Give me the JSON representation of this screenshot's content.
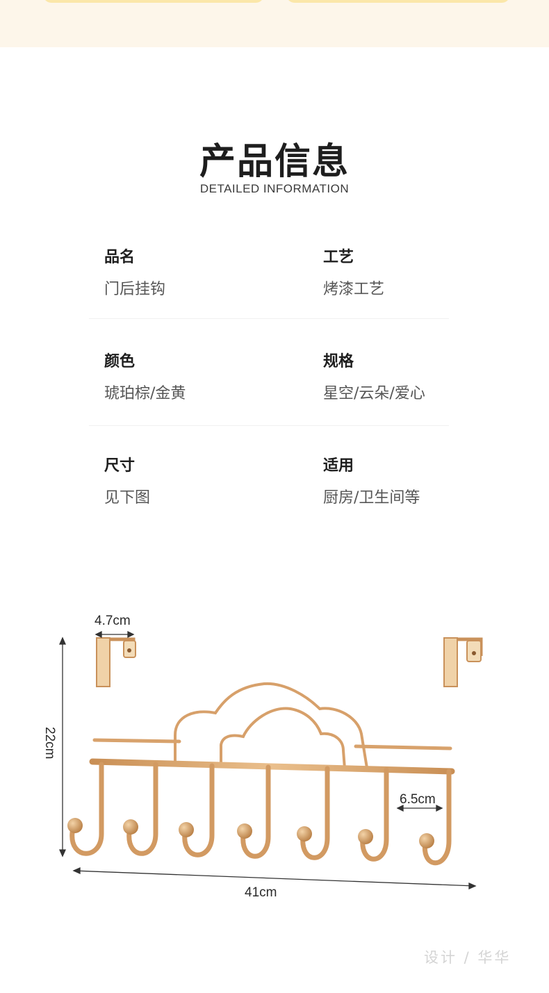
{
  "header": {
    "title": "产品信息",
    "subtitle": "DETAILED INFORMATION"
  },
  "specs": [
    {
      "label": "品名",
      "value": "门后挂钩"
    },
    {
      "label": "工艺",
      "value": "烤漆工艺"
    },
    {
      "label": "颜色",
      "value": "琥珀棕/金黄"
    },
    {
      "label": "规格",
      "value": "星空/云朵/爱心"
    },
    {
      "label": "尺寸",
      "value": "见下图"
    },
    {
      "label": "适用",
      "value": "厨房/卫生间等"
    }
  ],
  "dimensions": {
    "bracket_width": "4.7cm",
    "height": "22cm",
    "hook_spacing": "6.5cm",
    "total_width": "41cm"
  },
  "footer": {
    "credit": "设计 / 华华"
  },
  "colors": {
    "metal": "#d9a66f",
    "metal_dark": "#b97f45",
    "top_band": "#fdf6ea",
    "pill": "#fbe7a9"
  }
}
